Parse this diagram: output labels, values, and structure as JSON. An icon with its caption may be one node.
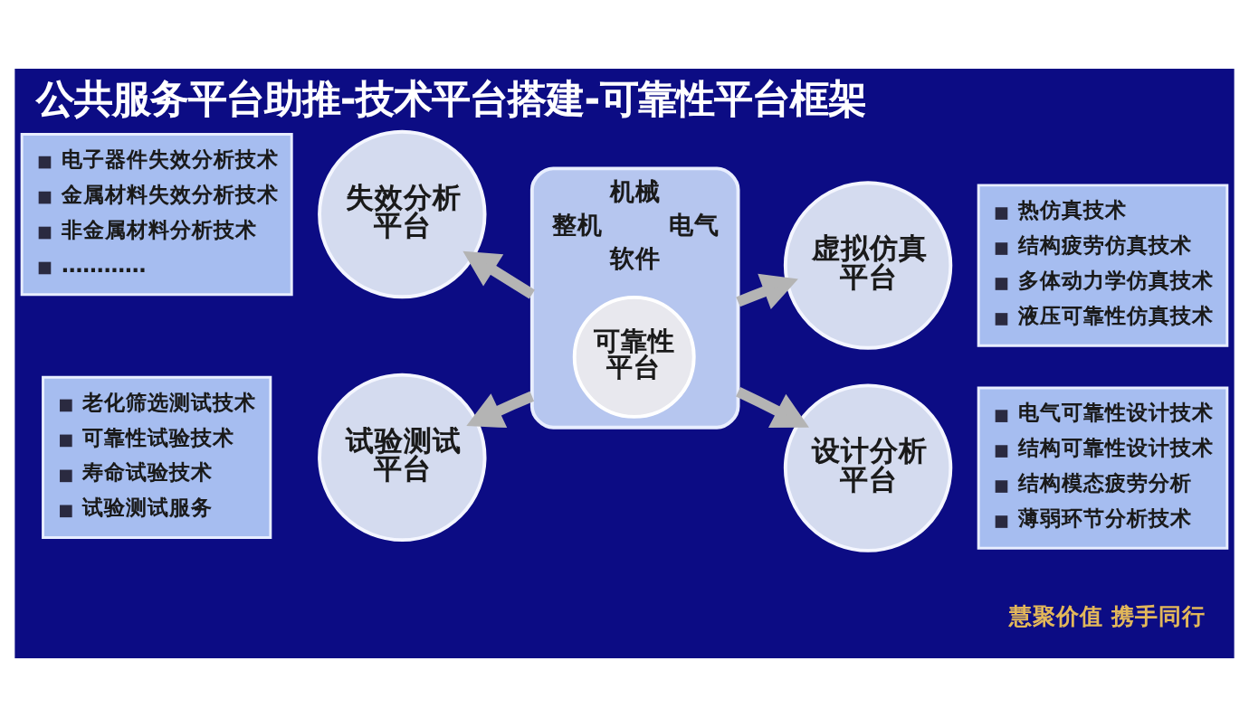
{
  "diagram": {
    "title": "公共服务平台助推-技术平台搭建-可靠性平台框架",
    "nodes": [
      {
        "text": [
          "电子器件失效分析技术",
          "金属材料失效分析技术",
          "非金属材料分析技术",
          "…………"
        ]
      },
      {
        "text": [
          "失效分析平台"
        ]
      },
      {
        "text": [
          "虚拟仿真平台"
        ]
      },
      {
        "text": [
          "热仿真技术",
          "结构疲劳仿真技术",
          "多体动力学仿真技术",
          "液压可靠性仿真技术"
        ]
      },
      {
        "text": [
          "机械",
          "整机",
          "电气",
          "软件"
        ]
      },
      {
        "text": [
          "可靠性平台"
        ],
        "in": 4
      },
      {
        "text": [
          "老化筛选测试技术",
          "可靠性试验技术",
          "寿命试验技术",
          "试验测试服务"
        ]
      },
      {
        "text": [
          "试验测试平台"
        ]
      },
      {
        "text": [
          "设计分析平台"
        ]
      },
      {
        "text": [
          "电气可靠性设计技术",
          "结构可靠性设计技术",
          "结构模态疲劳分析",
          "薄弱环节分析技术"
        ]
      }
    ],
    "edges": [
      {
        "from": 4,
        "to": 1,
        "arrow": "to"
      },
      {
        "from": 4,
        "to": 2,
        "arrow": "to"
      },
      {
        "from": 4,
        "to": 7,
        "arrow": "to"
      },
      {
        "from": 4,
        "to": 8,
        "arrow": "to"
      }
    ],
    "labels": [
      "慧聚价值 携手同行"
    ]
  }
}
